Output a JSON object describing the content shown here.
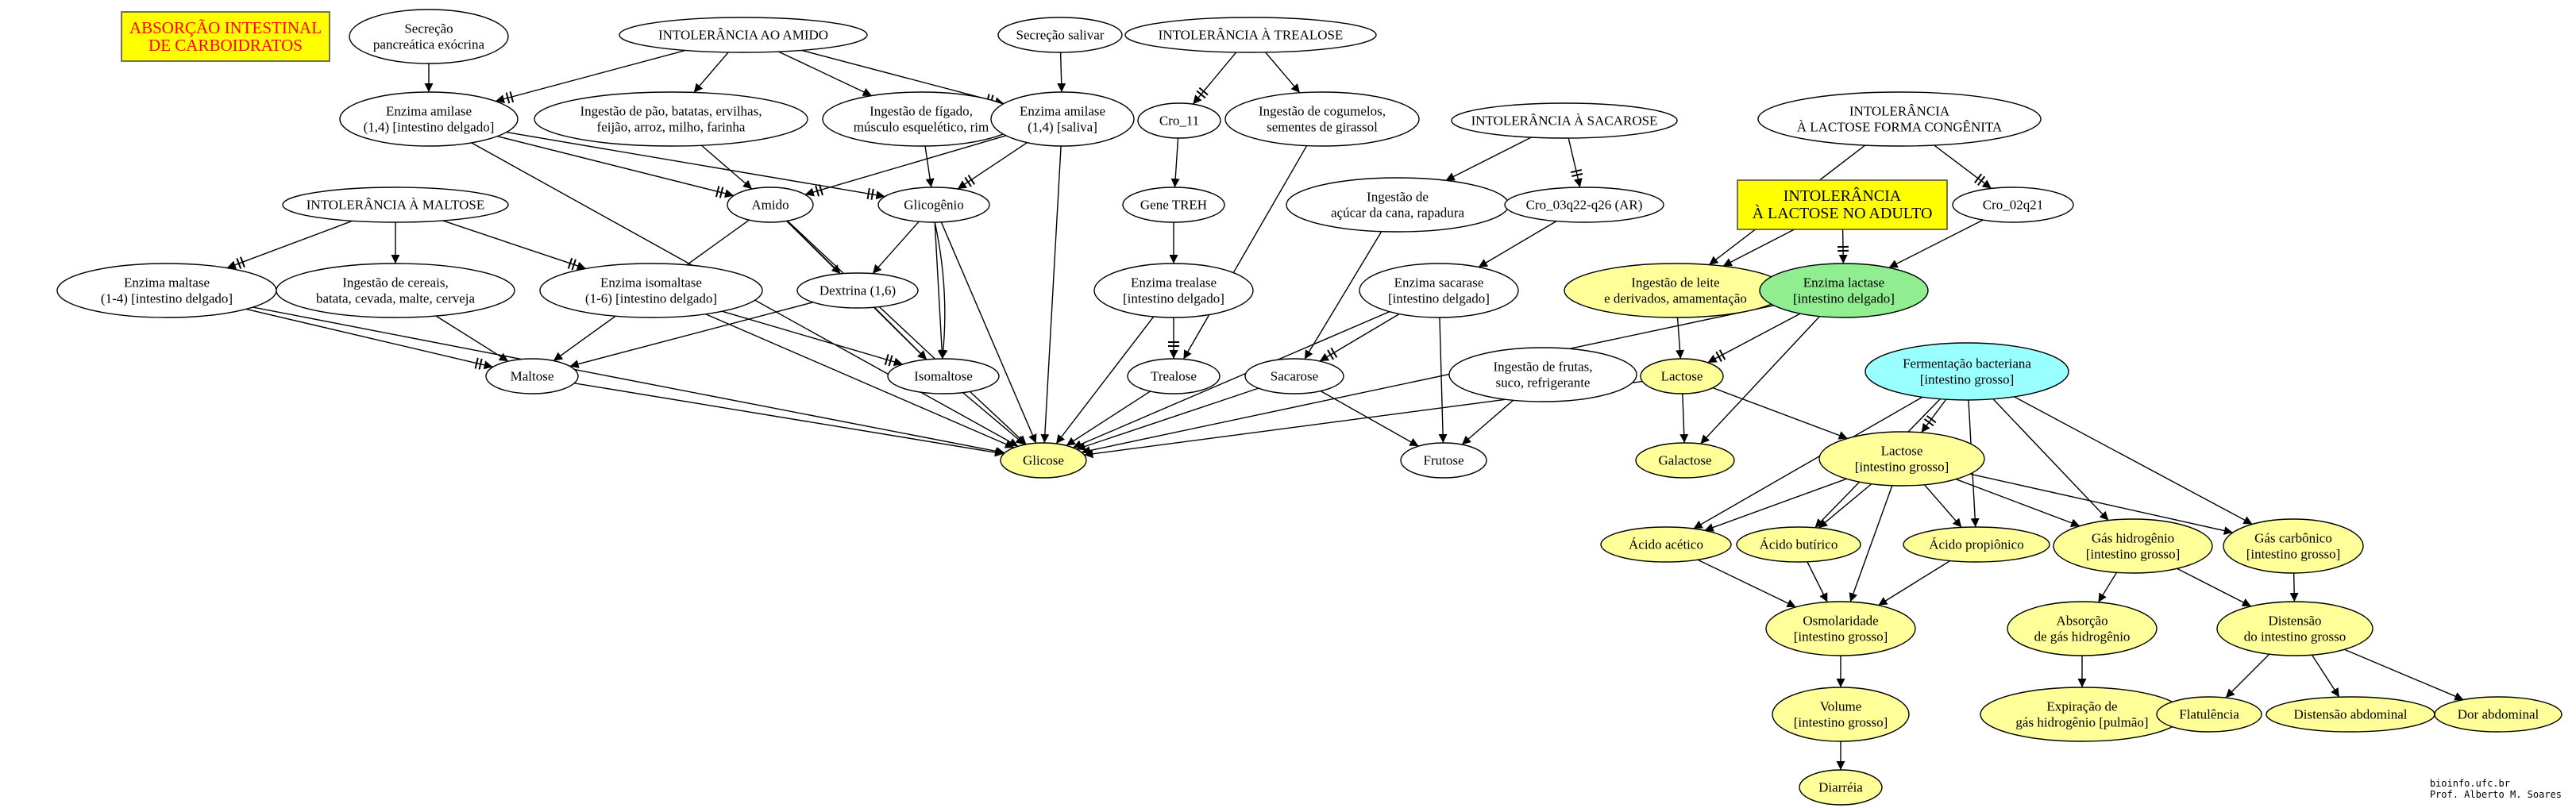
{
  "title": {
    "lines": [
      "ABSORÇÃO INTESTINAL",
      "DE CARBOIDRATOS"
    ]
  },
  "footer": {
    "site": "bioinfo.ufc.br",
    "author": "Prof. Alberto M. Soares"
  },
  "colors": {
    "title_box": "#ffff00",
    "title_text": "#ff0000",
    "yellow_node": "#ffff99",
    "green_node": "#90ee90",
    "cyan_node": "#99ffff",
    "highlight_box": "#ffff00",
    "white_node": "#ffffff"
  },
  "nodes": {
    "secrecao_pancreatica": {
      "lines": [
        "Secreção",
        "pancreática exócrina"
      ]
    },
    "intol_amido": {
      "lines": [
        "INTOLERÂNCIA AO AMIDO"
      ]
    },
    "secrecao_salivar": {
      "lines": [
        "Secreção salivar"
      ]
    },
    "intol_trealose": {
      "lines": [
        "INTOLERÂNCIA À TREALOSE"
      ]
    },
    "intol_sacarose": {
      "lines": [
        "INTOLERÂNCIA À SACAROSE"
      ]
    },
    "intol_lactose_cong": {
      "lines": [
        "INTOLERÂNCIA",
        "À LACTOSE FORMA CONGÊNITA"
      ]
    },
    "enzima_amilase_int": {
      "lines": [
        "Enzima amilase",
        "(1,4) [intestino delgado]"
      ]
    },
    "ingestao_pao": {
      "lines": [
        "Ingestão de pão, batatas, ervilhas,",
        "feijão, arroz, milho, farinha"
      ]
    },
    "ingestao_figado": {
      "lines": [
        "Ingestão de fígado,",
        "músculo esquelético, rim"
      ]
    },
    "enzima_amilase_sal": {
      "lines": [
        "Enzima amilase",
        "(1,4) [saliva]"
      ]
    },
    "cro_11": {
      "lines": [
        "Cro_11"
      ]
    },
    "ingestao_cogumelos": {
      "lines": [
        "Ingestão de cogumelos,",
        "sementes de girassol"
      ]
    },
    "ingestao_acucar": {
      "lines": [
        "Ingestão de",
        "açúcar da cana, rapadura"
      ]
    },
    "cro_03q22": {
      "lines": [
        "Cro_03q22-q26 (AR)"
      ]
    },
    "intol_lactose_adulto": {
      "lines": [
        "INTOLERÂNCIA",
        "À LACTOSE NO ADULTO"
      ]
    },
    "cro_02q21": {
      "lines": [
        "Cro_02q21"
      ]
    },
    "intol_maltose": {
      "lines": [
        "INTOLERÂNCIA À MALTOSE"
      ]
    },
    "amido": {
      "lines": [
        "Amido"
      ]
    },
    "glicogenio": {
      "lines": [
        "Glicogênio"
      ]
    },
    "gene_treh": {
      "lines": [
        "Gene TREH"
      ]
    },
    "enzima_maltase": {
      "lines": [
        "Enzima maltase",
        "(1-4) [intestino delgado]"
      ]
    },
    "ingestao_cereais": {
      "lines": [
        "Ingestão de cereais,",
        "batata, cevada, malte, cerveja"
      ]
    },
    "enzima_isomaltase": {
      "lines": [
        "Enzima isomaltase",
        "(1-6) [intestino delgado]"
      ]
    },
    "dextrina": {
      "lines": [
        "Dextrina (1,6)"
      ]
    },
    "enzima_trealase": {
      "lines": [
        "Enzima trealase",
        "[intestino delgado]"
      ]
    },
    "enzima_sacarase": {
      "lines": [
        "Enzima sacarase",
        "[intestino delgado]"
      ]
    },
    "ingestao_leite": {
      "lines": [
        "Ingestão de leite",
        "e derivados, amamentação"
      ]
    },
    "enzima_lactase": {
      "lines": [
        "Enzima lactase",
        "[intestino delgado]"
      ]
    },
    "maltose": {
      "lines": [
        "Maltose"
      ]
    },
    "isomaltose": {
      "lines": [
        "Isomaltose"
      ]
    },
    "trealose": {
      "lines": [
        "Trealose"
      ]
    },
    "sacarose": {
      "lines": [
        "Sacarose"
      ]
    },
    "ingestao_frutas": {
      "lines": [
        "Ingestão de frutas,",
        "suco, refrigerante"
      ]
    },
    "lactose": {
      "lines": [
        "Lactose"
      ]
    },
    "fermentacao": {
      "lines": [
        "Fermentação bacteriana",
        "[intestino grosso]"
      ]
    },
    "glicose": {
      "lines": [
        "Glicose"
      ]
    },
    "frutose": {
      "lines": [
        "Frutose"
      ]
    },
    "galactose": {
      "lines": [
        "Galactose"
      ]
    },
    "lactose_ig": {
      "lines": [
        "Lactose",
        "[intestino grosso]"
      ]
    },
    "acido_acetico": {
      "lines": [
        "Ácido acético"
      ]
    },
    "acido_butirico": {
      "lines": [
        "Ácido butírico"
      ]
    },
    "acido_propionico": {
      "lines": [
        "Ácido propiônico"
      ]
    },
    "gas_hidrogenio": {
      "lines": [
        "Gás hidrogênio",
        "[intestino grosso]"
      ]
    },
    "gas_carbonico": {
      "lines": [
        "Gás carbônico",
        "[intestino grosso]"
      ]
    },
    "osmolaridade": {
      "lines": [
        "Osmolaridade",
        "[intestino grosso]"
      ]
    },
    "absorcao_h2": {
      "lines": [
        "Absorção",
        "de gás hidrogênio"
      ]
    },
    "distensao_ig": {
      "lines": [
        "Distensão",
        "do intestino grosso"
      ]
    },
    "volume": {
      "lines": [
        "Volume",
        "[intestino grosso]"
      ]
    },
    "expiracao": {
      "lines": [
        "Expiração de",
        "gás hidrogênio [pulmão]"
      ]
    },
    "flatulencia": {
      "lines": [
        "Flatulência"
      ]
    },
    "distensao_abd": {
      "lines": [
        "Distensão abdominal"
      ]
    },
    "dor_abd": {
      "lines": [
        "Dor abdominal"
      ]
    },
    "diarreia": {
      "lines": [
        "Diarréia"
      ]
    }
  },
  "edges": [
    {
      "from": "secrecao_pancreatica",
      "to": "enzima_amilase_int"
    },
    {
      "from": "intol_amido",
      "to": "enzima_amilase_int",
      "inhibit": true
    },
    {
      "from": "intol_amido",
      "to": "ingestao_pao"
    },
    {
      "from": "intol_amido",
      "to": "ingestao_figado"
    },
    {
      "from": "intol_amido",
      "to": "enzima_amilase_sal",
      "inhibit": true
    },
    {
      "from": "secrecao_salivar",
      "to": "enzima_amilase_sal"
    },
    {
      "from": "intol_trealose",
      "to": "cro_11",
      "inhibit": true
    },
    {
      "from": "intol_trealose",
      "to": "ingestao_cogumelos"
    },
    {
      "from": "cro_11",
      "to": "gene_treh"
    },
    {
      "from": "gene_treh",
      "to": "enzima_trealase"
    },
    {
      "from": "enzima_trealase",
      "to": "trealose",
      "inhibit": true
    },
    {
      "from": "enzima_trealase",
      "to": "glicose"
    },
    {
      "from": "ingestao_cogumelos",
      "to": "trealose"
    },
    {
      "from": "trealose",
      "to": "glicose"
    },
    {
      "from": "intol_sacarose",
      "to": "ingestao_acucar"
    },
    {
      "from": "intol_sacarose",
      "to": "cro_03q22",
      "inhibit": true
    },
    {
      "from": "cro_03q22",
      "to": "enzima_sacarase"
    },
    {
      "from": "enzima_sacarase",
      "to": "sacarose",
      "inhibit": true
    },
    {
      "from": "enzima_sacarase",
      "to": "glicose"
    },
    {
      "from": "enzima_sacarase",
      "to": "frutose"
    },
    {
      "from": "ingestao_acucar",
      "to": "sacarose"
    },
    {
      "from": "sacarose",
      "to": "glicose"
    },
    {
      "from": "sacarose",
      "to": "frutose"
    },
    {
      "from": "ingestao_frutas",
      "to": "frutose"
    },
    {
      "from": "enzima_amilase_int",
      "to": "amido",
      "inhibit": true
    },
    {
      "from": "enzima_amilase_int",
      "to": "glicogenio",
      "inhibit": true
    },
    {
      "from": "enzima_amilase_int",
      "to": "glicose"
    },
    {
      "from": "ingestao_pao",
      "to": "amido"
    },
    {
      "from": "ingestao_figado",
      "to": "glicogenio"
    },
    {
      "from": "enzima_amilase_sal",
      "to": "amido",
      "inhibit": true
    },
    {
      "from": "enzima_amilase_sal",
      "to": "glicogenio",
      "inhibit": true
    },
    {
      "from": "enzima_amilase_sal",
      "to": "glicose"
    },
    {
      "from": "amido",
      "to": "dextrina"
    },
    {
      "from": "amido",
      "to": "maltose"
    },
    {
      "from": "amido",
      "to": "isomaltose"
    },
    {
      "from": "amido",
      "to": "glicose"
    },
    {
      "from": "glicogenio",
      "to": "dextrina"
    },
    {
      "from": "glicogenio",
      "to": "isomaltose"
    },
    {
      "from": "glicogenio",
      "to": "isomaltose"
    },
    {
      "from": "glicogenio",
      "to": "glicose"
    },
    {
      "from": "intol_maltose",
      "to": "enzima_maltase",
      "inhibit": true
    },
    {
      "from": "intol_maltose",
      "to": "ingestao_cereais"
    },
    {
      "from": "intol_maltose",
      "to": "enzima_isomaltase",
      "inhibit": true
    },
    {
      "from": "enzima_maltase",
      "to": "maltose",
      "inhibit": true
    },
    {
      "from": "enzima_maltase",
      "to": "glicose"
    },
    {
      "from": "ingestao_cereais",
      "to": "maltose"
    },
    {
      "from": "enzima_isomaltase",
      "to": "isomaltose",
      "inhibit": true
    },
    {
      "from": "enzima_isomaltase",
      "to": "glicose"
    },
    {
      "from": "dextrina",
      "to": "maltose"
    },
    {
      "from": "dextrina",
      "to": "isomaltose"
    },
    {
      "from": "maltose",
      "to": "glicose"
    },
    {
      "from": "isomaltose",
      "to": "glicose"
    },
    {
      "from": "intol_lactose_cong",
      "to": "ingestao_leite"
    },
    {
      "from": "intol_lactose_cong",
      "to": "cro_02q21",
      "inhibit": true
    },
    {
      "from": "intol_lactose_adulto",
      "to": "ingestao_leite"
    },
    {
      "from": "intol_lactose_adulto",
      "to": "enzima_lactase",
      "inhibit": true
    },
    {
      "from": "cro_02q21",
      "to": "enzima_lactase"
    },
    {
      "from": "ingestao_leite",
      "to": "lactose"
    },
    {
      "from": "enzima_lactase",
      "to": "lactose",
      "inhibit": true
    },
    {
      "from": "enzima_lactase",
      "to": "galactose"
    },
    {
      "from": "enzima_lactase",
      "to": "glicose"
    },
    {
      "from": "lactose",
      "to": "galactose"
    },
    {
      "from": "lactose",
      "to": "glicose"
    },
    {
      "from": "lactose",
      "to": "lactose_ig"
    },
    {
      "from": "fermentacao",
      "to": "lactose_ig",
      "inhibit": true
    },
    {
      "from": "fermentacao",
      "to": "acido_acetico"
    },
    {
      "from": "fermentacao",
      "to": "acido_butirico"
    },
    {
      "from": "fermentacao",
      "to": "acido_propionico"
    },
    {
      "from": "fermentacao",
      "to": "gas_hidrogenio"
    },
    {
      "from": "fermentacao",
      "to": "gas_carbonico"
    },
    {
      "from": "lactose_ig",
      "to": "acido_acetico"
    },
    {
      "from": "lactose_ig",
      "to": "acido_butirico"
    },
    {
      "from": "lactose_ig",
      "to": "acido_propionico"
    },
    {
      "from": "lactose_ig",
      "to": "gas_hidrogenio"
    },
    {
      "from": "lactose_ig",
      "to": "gas_carbonico"
    },
    {
      "from": "lactose_ig",
      "to": "osmolaridade"
    },
    {
      "from": "acido_acetico",
      "to": "osmolaridade"
    },
    {
      "from": "acido_butirico",
      "to": "osmolaridade"
    },
    {
      "from": "acido_propionico",
      "to": "osmolaridade"
    },
    {
      "from": "gas_hidrogenio",
      "to": "absorcao_h2"
    },
    {
      "from": "gas_hidrogenio",
      "to": "distensao_ig"
    },
    {
      "from": "gas_carbonico",
      "to": "distensao_ig"
    },
    {
      "from": "absorcao_h2",
      "to": "expiracao"
    },
    {
      "from": "distensao_ig",
      "to": "flatulencia"
    },
    {
      "from": "distensao_ig",
      "to": "distensao_abd"
    },
    {
      "from": "distensao_ig",
      "to": "dor_abd"
    },
    {
      "from": "osmolaridade",
      "to": "volume"
    },
    {
      "from": "volume",
      "to": "diarreia"
    }
  ]
}
